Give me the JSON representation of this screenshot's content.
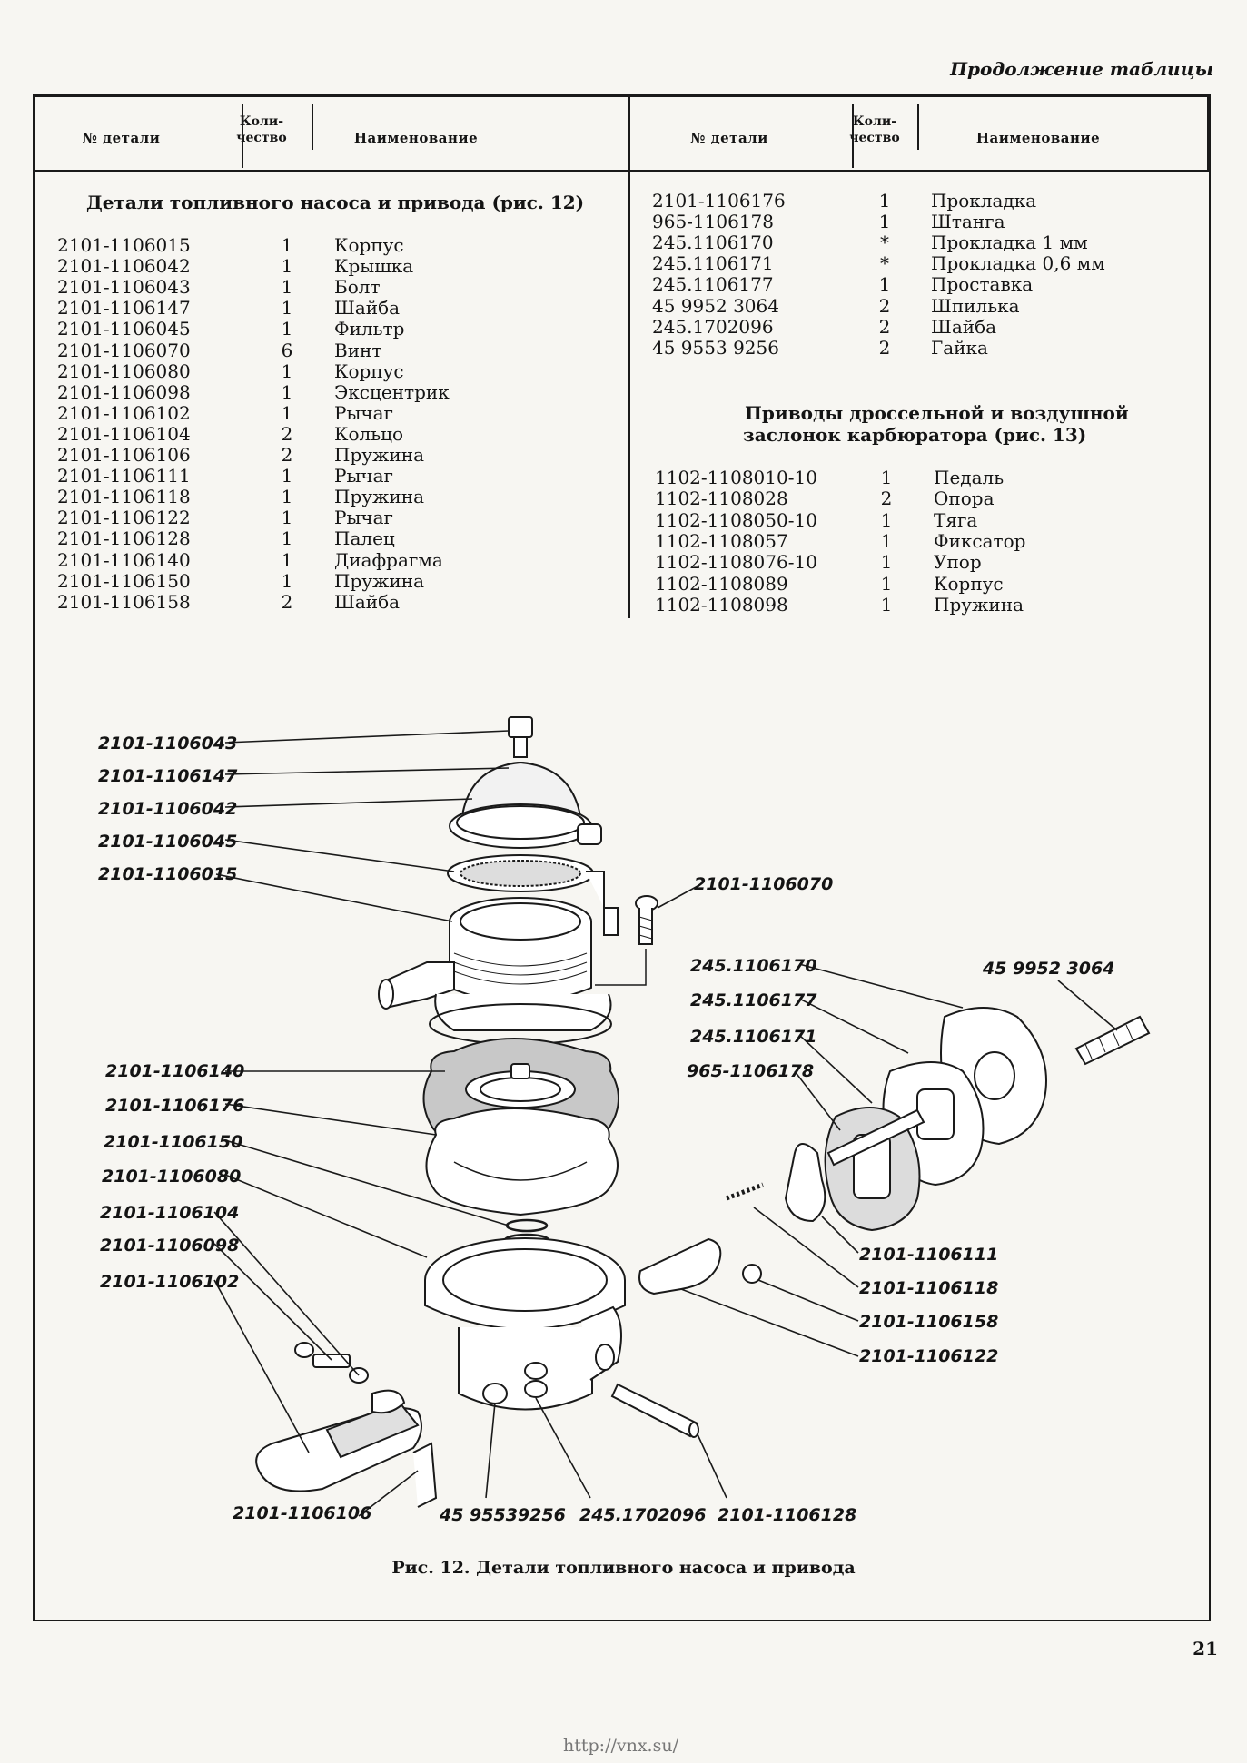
{
  "continuation_title": "Продолжение таблицы",
  "table_header": {
    "col_part": "№ детали",
    "col_qty_line1": "Коли-",
    "col_qty_line2": "чество",
    "col_name": "Наименование"
  },
  "left_section_title": "Детали топливного насоса и привода (рис. 12)",
  "left_rows": [
    {
      "part": "2101-1106015",
      "qty": "1",
      "name": "Корпус"
    },
    {
      "part": "2101-1106042",
      "qty": "1",
      "name": "Крышка"
    },
    {
      "part": "2101-1106043",
      "qty": "1",
      "name": "Болт"
    },
    {
      "part": "2101-1106147",
      "qty": "1",
      "name": "Шайба"
    },
    {
      "part": "2101-1106045",
      "qty": "1",
      "name": "Фильтр"
    },
    {
      "part": "2101-1106070",
      "qty": "6",
      "name": "Винт"
    },
    {
      "part": "2101-1106080",
      "qty": "1",
      "name": "Корпус"
    },
    {
      "part": "2101-1106098",
      "qty": "1",
      "name": "Эксцентрик"
    },
    {
      "part": "2101-1106102",
      "qty": "1",
      "name": "Рычаг"
    },
    {
      "part": "2101-1106104",
      "qty": "2",
      "name": "Кольцо"
    },
    {
      "part": "2101-1106106",
      "qty": "2",
      "name": "Пружина"
    },
    {
      "part": "2101-1106111",
      "qty": "1",
      "name": "Рычаг"
    },
    {
      "part": "2101-1106118",
      "qty": "1",
      "name": "Пружина"
    },
    {
      "part": "2101-1106122",
      "qty": "1",
      "name": "Рычаг"
    },
    {
      "part": "2101-1106128",
      "qty": "1",
      "name": "Палец"
    },
    {
      "part": "2101-1106140",
      "qty": "1",
      "name": "Диафрагма"
    },
    {
      "part": "2101-1106150",
      "qty": "1",
      "name": "Пружина"
    },
    {
      "part": "2101-1106158",
      "qty": "2",
      "name": "Шайба"
    }
  ],
  "right_rows_a": [
    {
      "part": "2101-1106176",
      "qty": "1",
      "name": "Прокладка"
    },
    {
      "part": "965-1106178",
      "qty": "1",
      "name": "Штанга"
    },
    {
      "part": "245.1106170",
      "qty": "*",
      "name": "Прокладка 1 мм"
    },
    {
      "part": "245.1106171",
      "qty": "*",
      "name": "Прокладка 0,6 мм"
    },
    {
      "part": "245.1106177",
      "qty": "1",
      "name": "Проставка"
    },
    {
      "part": "45 9952 3064",
      "qty": "2",
      "name": "Шпилька"
    },
    {
      "part": "245.1702096",
      "qty": "2",
      "name": "Шайба"
    },
    {
      "part": "45 9553 9256",
      "qty": "2",
      "name": "Гайка"
    }
  ],
  "right_section_title_line1": "Приводы дроссельной и воздушной",
  "right_section_title_line2": "заслонок карбюратора (рис. 13)",
  "right_rows_b": [
    {
      "part": "1102-1108010-10",
      "qty": "1",
      "name": "Педаль"
    },
    {
      "part": "1102-1108028",
      "qty": "2",
      "name": "Опора"
    },
    {
      "part": "1102-1108050-10",
      "qty": "1",
      "name": "Тяга"
    },
    {
      "part": "1102-1108057",
      "qty": "1",
      "name": "Фиксатор"
    },
    {
      "part": "1102-1108076-10",
      "qty": "1",
      "name": "Упор"
    },
    {
      "part": "1102-1108089",
      "qty": "1",
      "name": "Корпус"
    },
    {
      "part": "1102-1108098",
      "qty": "1",
      "name": "Пружина"
    }
  ],
  "callouts": {
    "c043": "2101-1106043",
    "c147": "2101-1106147",
    "c042": "2101-1106042",
    "c045": "2101-1106045",
    "c015": "2101-1106015",
    "c070": "2101-1106070",
    "c170": "245.1106170",
    "c3064": "45 9952 3064",
    "c177": "245.1106177",
    "c171": "245.1106171",
    "c178": "965-1106178",
    "c140": "2101-1106140",
    "c176": "2101-1106176",
    "c150": "2101-1106150",
    "c080": "2101-1106080",
    "c104": "2101-1106104",
    "c098": "2101-1106098",
    "c102": "2101-1106102",
    "c111": "2101-1106111",
    "c118": "2101-1106118",
    "c158": "2101-1106158",
    "c122": "2101-1106122",
    "c106": "2101-1106106",
    "c9256": "45 95539256",
    "c2096": "245.1702096",
    "c128": "2101-1106128"
  },
  "figure_caption": "Рис. 12. Детали топливного насоса и привода",
  "page_number": "21",
  "footer_url": "http://vnx.su/"
}
